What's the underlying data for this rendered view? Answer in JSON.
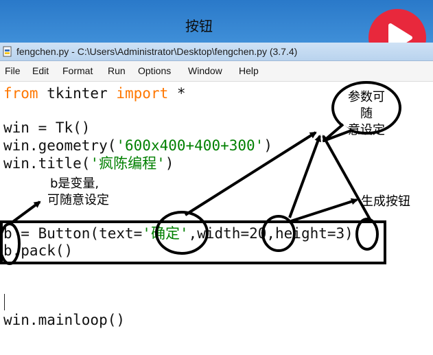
{
  "banner": {
    "title": "按钮"
  },
  "window": {
    "title": "fengchen.py - C:\\Users\\Administrator\\Desktop\\fengchen.py (3.7.4)"
  },
  "menu": [
    "File",
    "Edit",
    "Format",
    "Run",
    "Options",
    "Window",
    "Help"
  ],
  "code": {
    "line1_kw1": "from",
    "line1_mid": " tkinter ",
    "line1_kw2": "import",
    "line1_end": " *",
    "line2": "win = Tk()",
    "line3_pre": "win.geometry(",
    "line3_str": "'600x400+400+300'",
    "line3_post": ")",
    "line4_pre": "win.title(",
    "line4_str": "'疯陈编程'",
    "line4_post": ")",
    "line5_pre": "b = Button(text=",
    "line5_str": "'确定'",
    "line5_post": ",width=20,height=3)",
    "line6": "b.pack()",
    "line7": "win.mainloop()"
  },
  "annotations": {
    "bubble": "参数可随\n意设定",
    "b_var_line1": "b是变量,",
    "b_var_line2": "可随意设定",
    "create_button": "生成按钮"
  },
  "colors": {
    "keyword": "#ff7700",
    "string": "#008000",
    "logo": "#e8283c"
  }
}
